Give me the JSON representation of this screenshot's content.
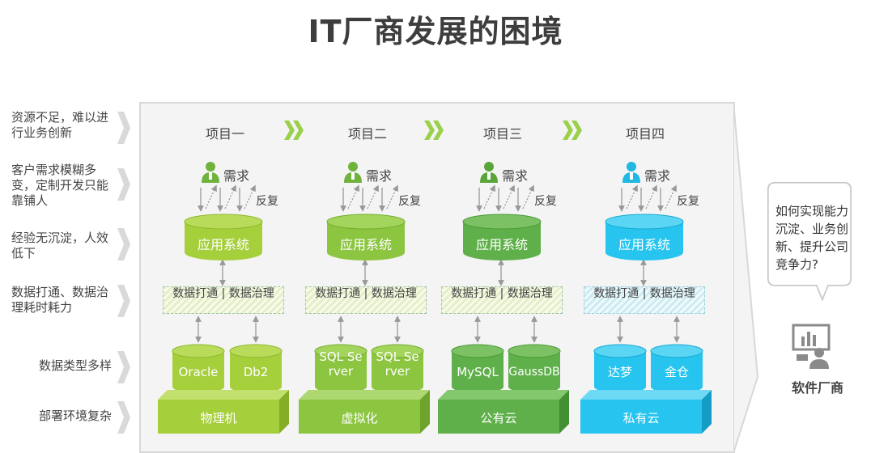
{
  "title": "IT厂商发展的困境",
  "left_labels": [
    "资源不足，难以进行业务创新",
    "客户需求模糊多变，定制开发只能靠铺人",
    "经验无沉淀，人效低下",
    "数据打通、数据治理耗时耗力",
    "数据类型多样",
    "部署环境复杂"
  ],
  "colors": {
    "green_light": "#a6cf3c",
    "green_mid": "#8cc540",
    "green_dark": "#5fb04a",
    "cyan": "#26c4ee",
    "chevron": "#9ad04a"
  },
  "projects": [
    {
      "label": "项目一",
      "requirement": "需求",
      "feedback": "反复",
      "app": "应用系统",
      "band": "数据打通 | 数据治理",
      "dbs": [
        "Oracle",
        "Db2"
      ],
      "platform": "物理机",
      "icon": "person-icon"
    },
    {
      "label": "项目二",
      "requirement": "需求",
      "feedback": "反复",
      "app": "应用系统",
      "band": "数据打通 | 数据治理",
      "dbs": [
        "SQL Server",
        "SQL Server"
      ],
      "platform": "虚拟化",
      "icon": "person-icon"
    },
    {
      "label": "项目三",
      "requirement": "需求",
      "feedback": "反复",
      "app": "应用系统",
      "band": "数据打通 | 数据治理",
      "dbs": [
        "MySQL",
        "GaussDB"
      ],
      "platform": "公有云",
      "icon": "person-icon"
    },
    {
      "label": "项目四",
      "requirement": "需求",
      "feedback": "反复",
      "app": "应用系统",
      "band": "数据打通 | 数据治理",
      "dbs": [
        "达梦",
        "金仓"
      ],
      "platform": "私有云",
      "icon": "person-icon"
    }
  ],
  "bubble": "如何实现能力沉淀、业务创新、提升公司竞争力?",
  "vendor": {
    "label": "软件厂商",
    "icon": "software-vendor-icon"
  }
}
